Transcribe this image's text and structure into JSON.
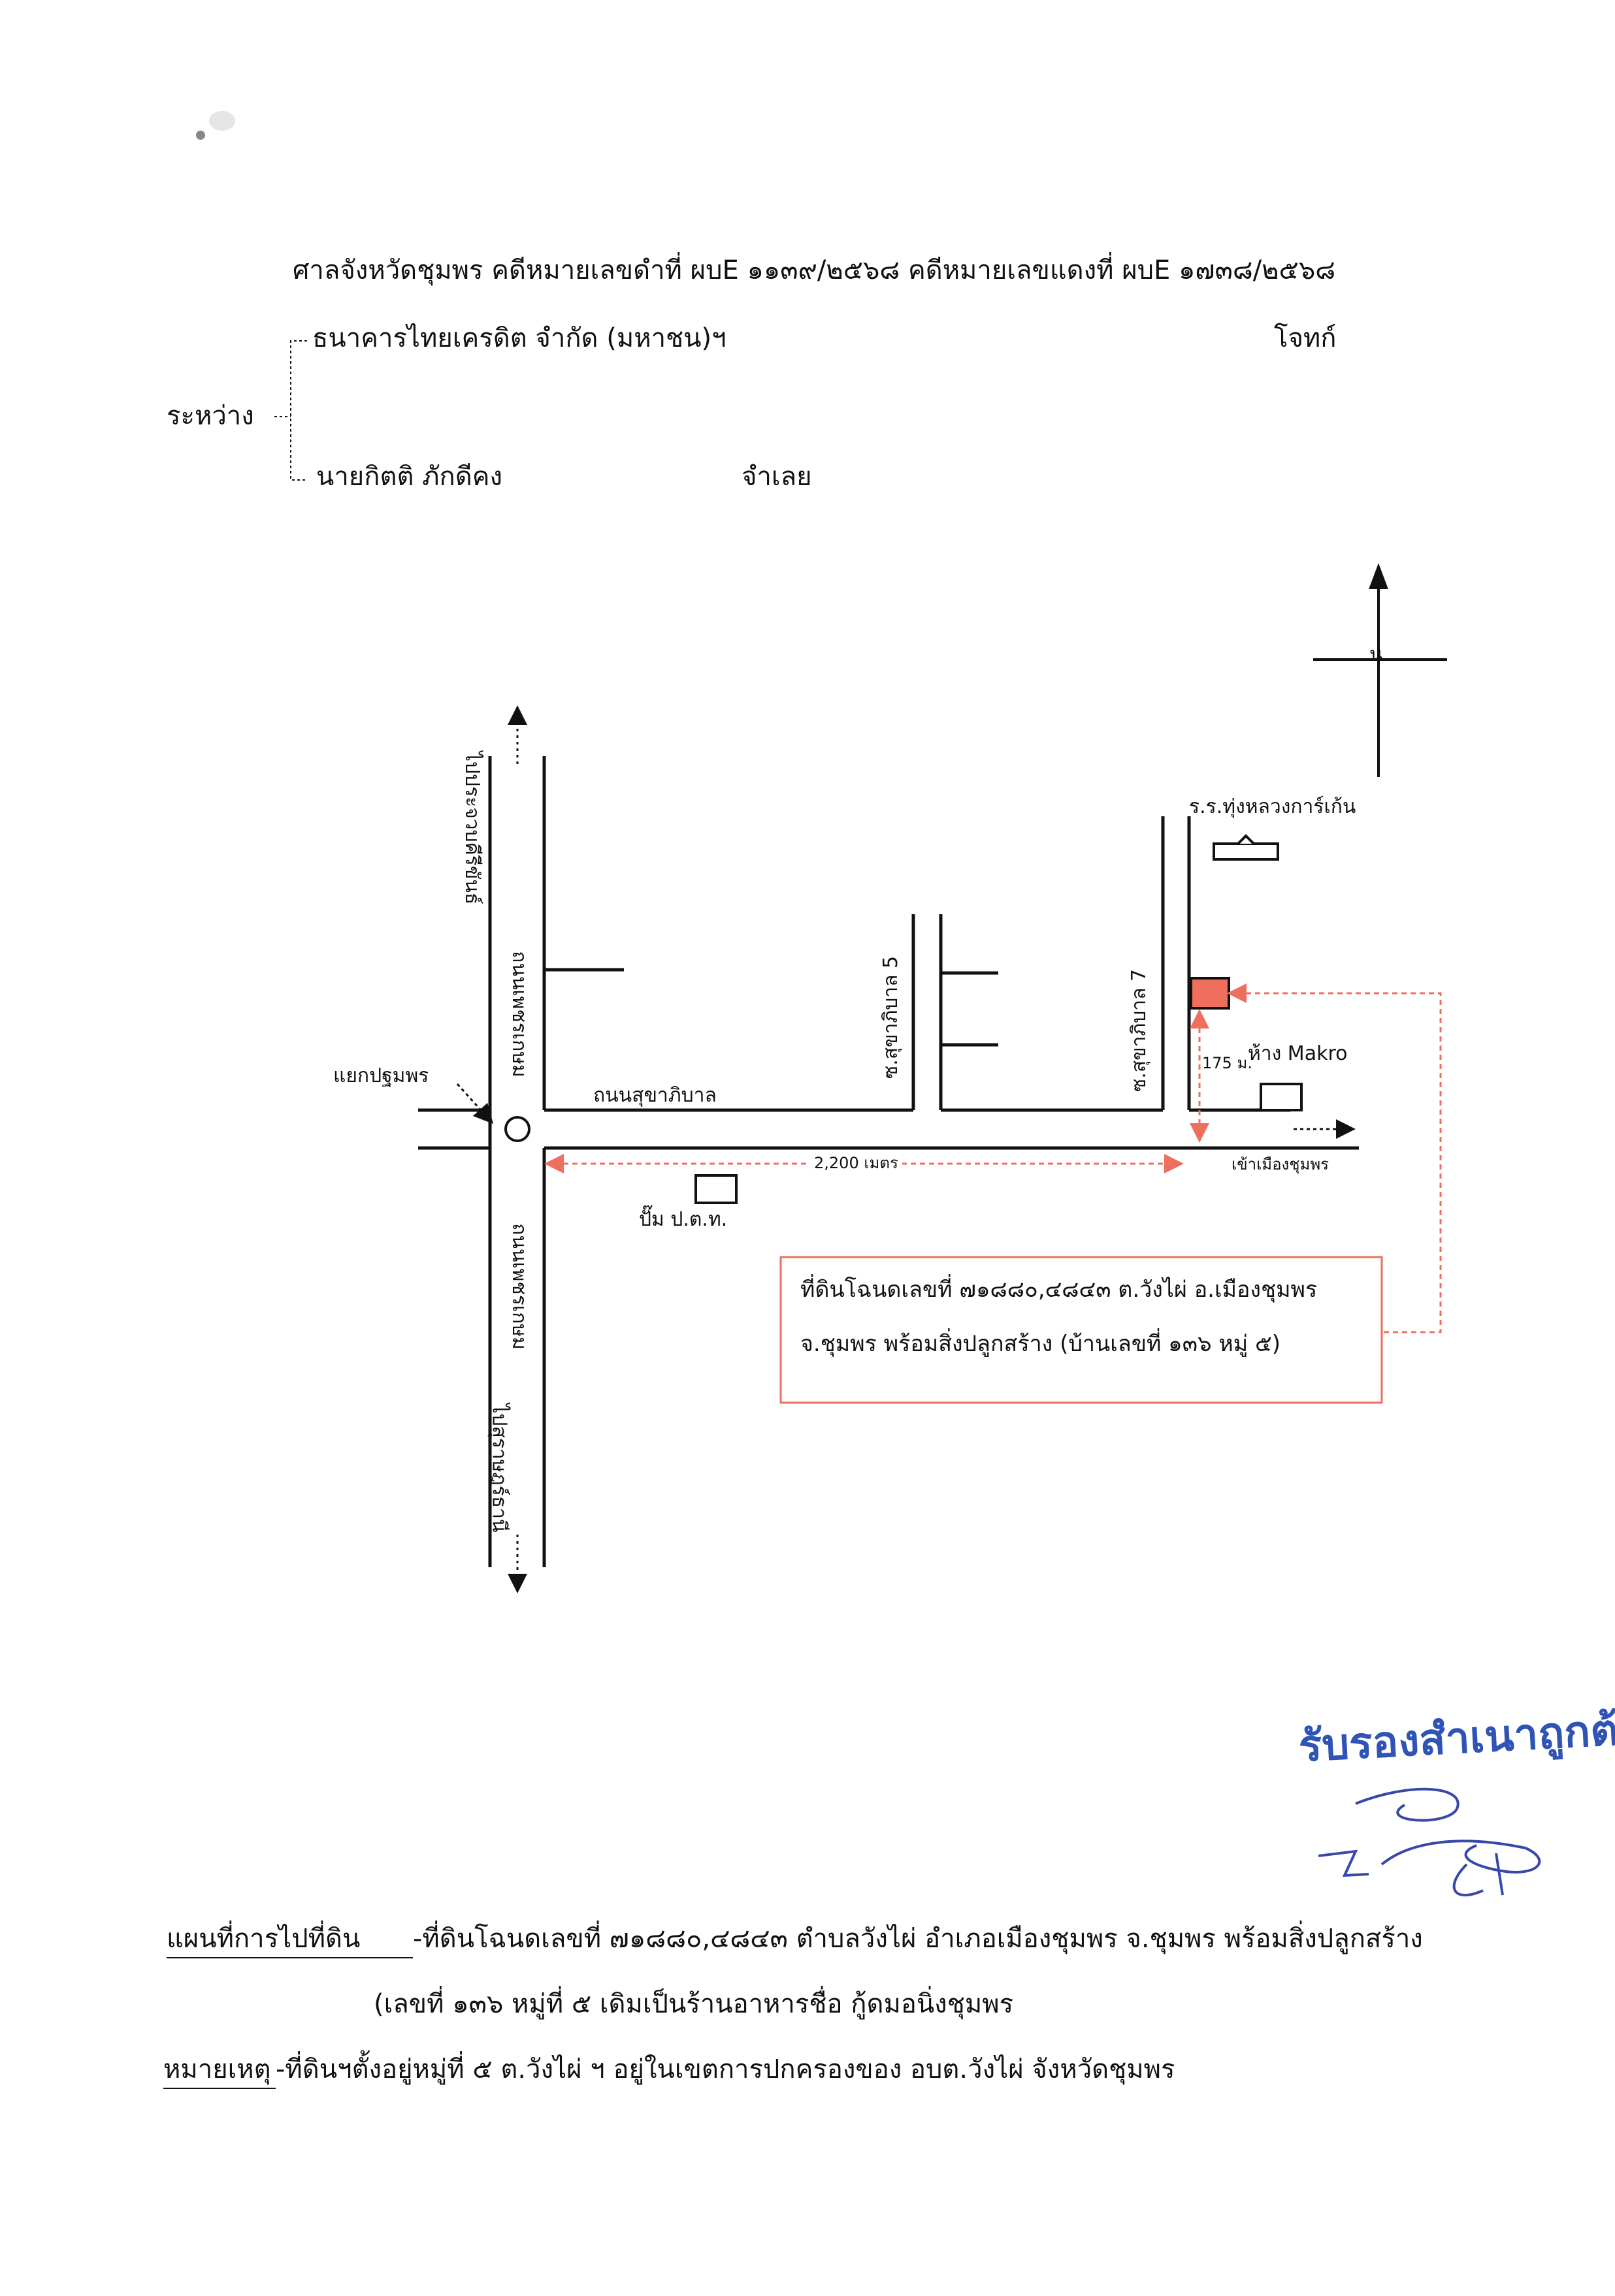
{
  "header": {
    "court_line": "ศาลจังหวัดชุมพร   คดีหมายเลขดำที่  ผบE ๑๑๓๙/๒๕๖๘ คดีหมายเลขแดงที่  ผบE ๑๗๓๘/๒๕๖๘"
  },
  "parties": {
    "between_label": "ระหว่าง",
    "plaintiff_name": "ธนาคารไทยเครดิต จำกัด (มหาชน)ฯ",
    "plaintiff_role": "โจทก์",
    "defendant_name": "นายกิตติ  ภักดีคง",
    "defendant_role": "จำเลย"
  },
  "map": {
    "north_label": "น",
    "left_road_top_label": "ถนนเพชรเกษม",
    "left_road_bottom_label": "ถนนเพชรเกษม",
    "to_north_label": "ไปประจวบคีรีขันธ์",
    "to_south_label": "ไปสุราษฎร์ธานี",
    "junction_label": "แยกปฐมพร",
    "main_road_label": "ถนนสุขาภิบาล",
    "soi5_label": "ซ.สุขาภิบาล 5",
    "soi7_label": "ซ.สุขาภิบาล 7",
    "school_label": "ร.ร.ทุ่งหลวงการ์เก้น",
    "mall_label": "ห้าง Makro",
    "distance_175": "175 ม.",
    "distance_2200": "2,200 เมตร",
    "to_city_label": "เข้าเมืองชุมพร",
    "gas_station_label": "ปั๊ม ป.ต.ท.",
    "property_box_line1": "ที่ดินโฉนดเลขที่ ๗๑๘๘๐,๔๘๔๓ ต.วังไผ่ อ.เมืองชุมพร",
    "property_box_line2": "จ.ชุมพร พร้อมสิ่งปลูกสร้าง (บ้านเลขที่ ๑๓๖ หมู่ ๕)",
    "property_color": "#ef6f5f",
    "road_color": "#111111"
  },
  "stamp": {
    "text": "รับรองสำเนาถูกต้อง",
    "color": "#2f54b5"
  },
  "footer": {
    "line1_label": "แผนที่การไปที่ดิน",
    "line1_text": "-ที่ดินโฉนดเลขที่ ๗๑๘๘๐,๔๘๔๓ ตำบลวังไผ่ อำเภอเมืองชุมพร จ.ชุมพร พร้อมสิ่งปลูกสร้าง",
    "line2_text": "(เลขที่  ๑๓๖ หมู่ที่ ๕ เดิมเป็นร้านอาหารชื่อ กู้ดมอนิ่งชุมพร",
    "note_label": "หมายเหตุ",
    "note_text": "-ที่ดินฯตั้งอยู่หมู่ที่ ๕ ต.วังไผ่ ฯ อยู่ในเขตการปกครองของ อบต.วังไผ่ จังหวัดชุมพร"
  }
}
